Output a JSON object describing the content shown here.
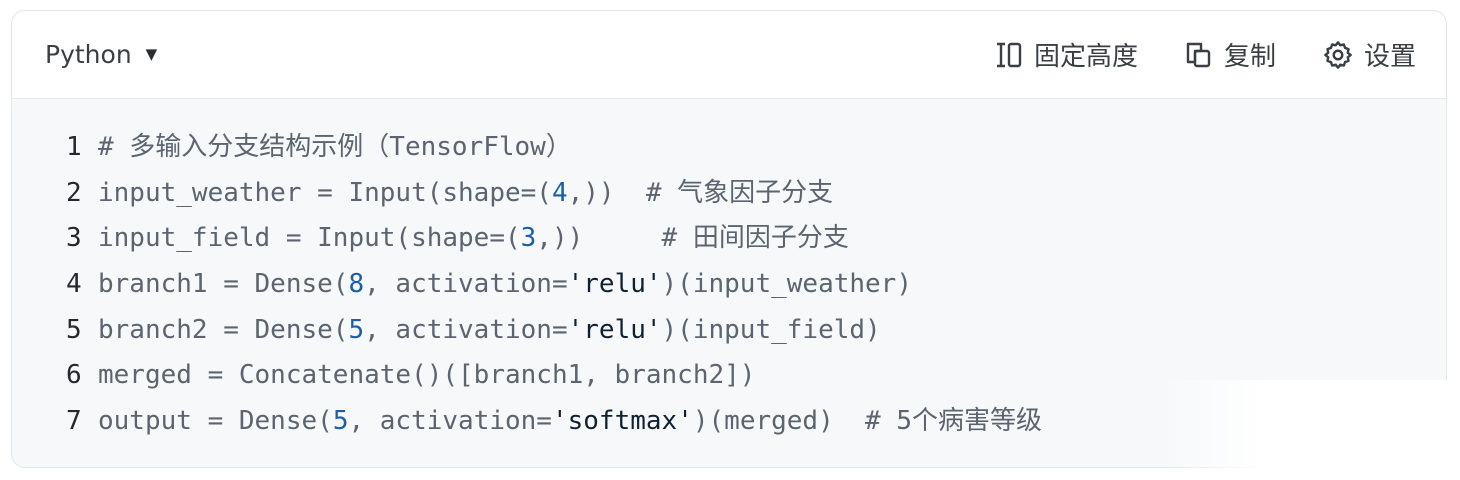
{
  "toolbar": {
    "language": "Python",
    "fixed_height_label": "固定高度",
    "copy_label": "复制",
    "settings_label": "设置"
  },
  "code": {
    "lines": [
      [
        {
          "t": "# 多输入分支结构示例（TensorFlow）",
          "c": "plain"
        }
      ],
      [
        {
          "t": "input_weather = Input(shape=(",
          "c": "plain"
        },
        {
          "t": "4",
          "c": "num"
        },
        {
          "t": ",))  # 气象因子分支",
          "c": "plain"
        }
      ],
      [
        {
          "t": "input_field = Input(shape=(",
          "c": "plain"
        },
        {
          "t": "3",
          "c": "num"
        },
        {
          "t": ",))     # 田间因子分支",
          "c": "plain"
        }
      ],
      [
        {
          "t": "branch1 = Dense(",
          "c": "plain"
        },
        {
          "t": "8",
          "c": "num"
        },
        {
          "t": ", activation=",
          "c": "plain"
        },
        {
          "t": "'relu'",
          "c": "str"
        },
        {
          "t": ")(input_weather)",
          "c": "plain"
        }
      ],
      [
        {
          "t": "branch2 = Dense(",
          "c": "plain"
        },
        {
          "t": "5",
          "c": "num"
        },
        {
          "t": ", activation=",
          "c": "plain"
        },
        {
          "t": "'relu'",
          "c": "str"
        },
        {
          "t": ")(input_field)",
          "c": "plain"
        }
      ],
      [
        {
          "t": "merged = Concatenate()([branch1, branch2])",
          "c": "plain"
        }
      ],
      [
        {
          "t": "output = Dense(",
          "c": "plain"
        },
        {
          "t": "5",
          "c": "num"
        },
        {
          "t": ", activation=",
          "c": "plain"
        },
        {
          "t": "'softmax'",
          "c": "str"
        },
        {
          "t": ")(merged)  # 5个病害等级",
          "c": "plain"
        }
      ]
    ]
  }
}
